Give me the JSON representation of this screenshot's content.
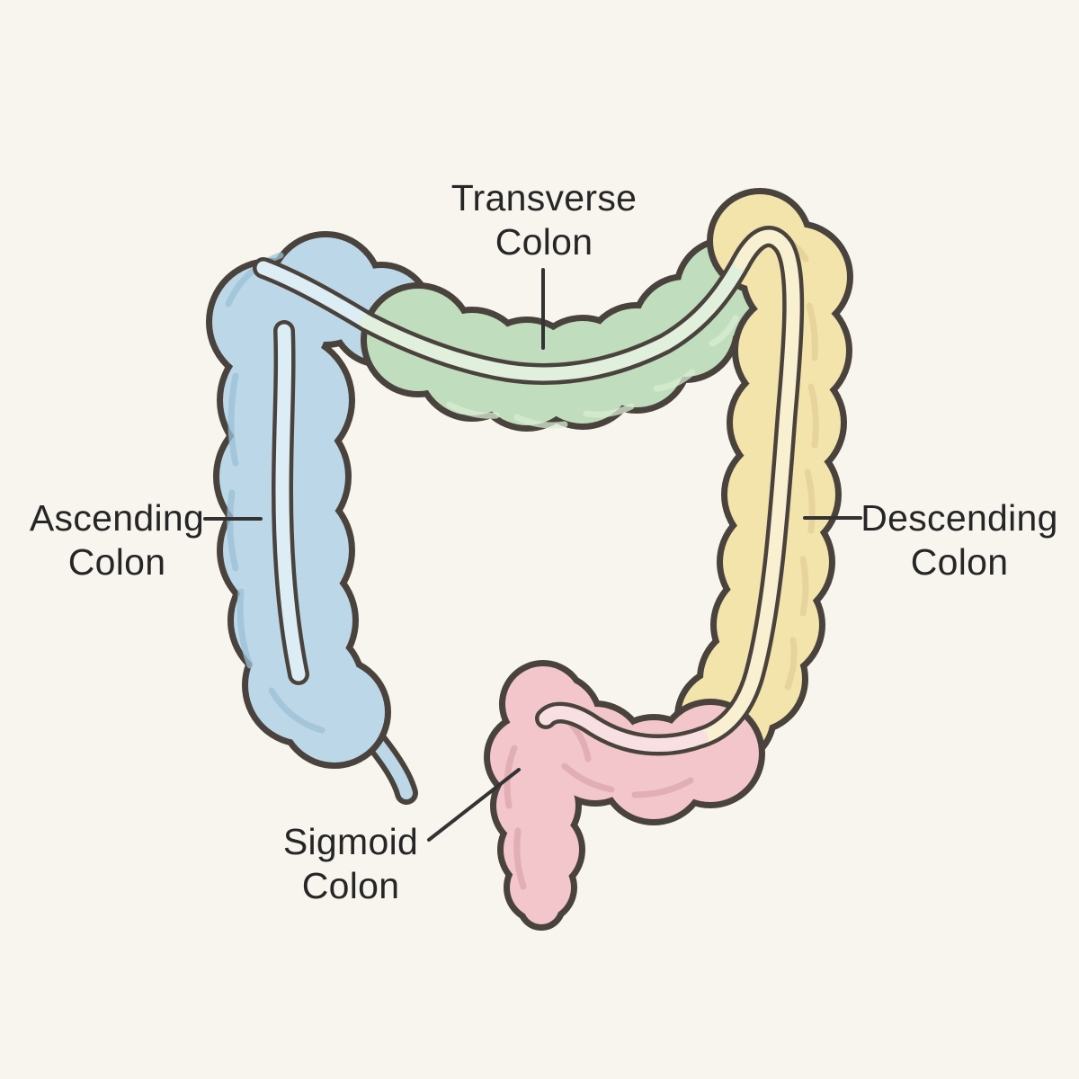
{
  "diagram": {
    "type": "anatomical-illustration",
    "subject": "Large intestine (colon) with labeled segments",
    "segments": [
      {
        "id": "ascending",
        "label": "Ascending Colon",
        "color": "#bcd8e8"
      },
      {
        "id": "transverse",
        "label": "Transverse Colon",
        "color": "#c0ddbd"
      },
      {
        "id": "descending",
        "label": "Descending Colon",
        "color": "#f3e4ab"
      },
      {
        "id": "sigmoid",
        "label": "Sigmoid Colon",
        "color": "#f2c6cb"
      }
    ],
    "colors": {
      "background": "#f8f5ee",
      "outline": "#4a433d",
      "pointer": "#333333",
      "text": "#262626",
      "ascending_fill": "#bcd8e8",
      "ascending_band": "#dcedf5",
      "ascending_shade": "#9cc0d6",
      "transverse_fill": "#c0ddbd",
      "transverse_band": "#e0f0dc",
      "transverse_shade": "#d8ecd3",
      "descending_fill": "#f3e4ab",
      "descending_band": "#f8f0d0",
      "descending_shade": "#e2cf97",
      "sigmoid_fill": "#f2c6cb",
      "sigmoid_band": "#f8dfe2",
      "sigmoid_shade": "#dca6ae"
    }
  }
}
